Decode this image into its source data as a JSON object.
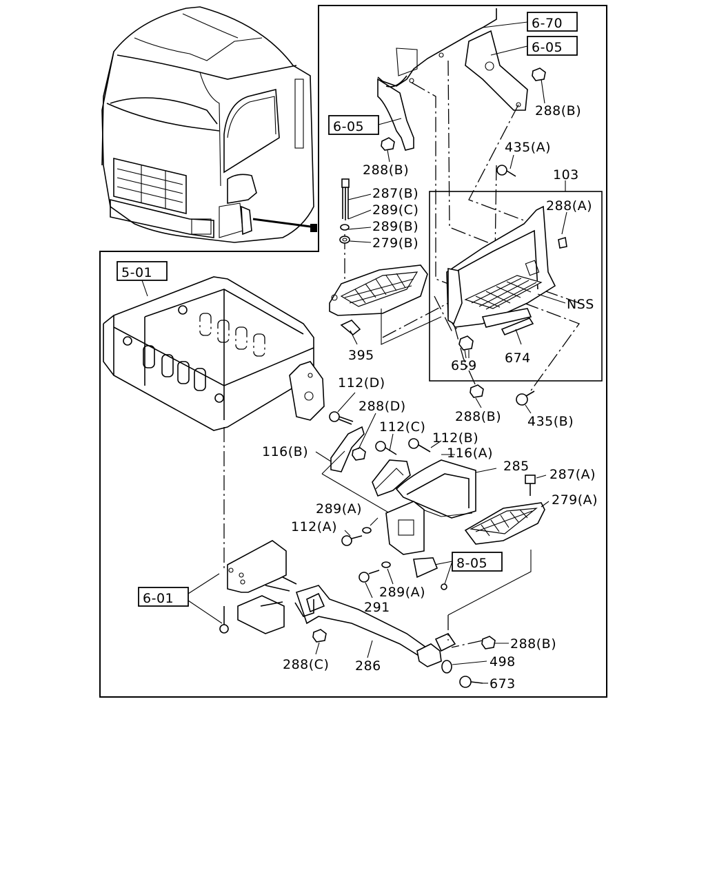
{
  "refs": {
    "ref_6_70": "6-70",
    "ref_6_05_top": "6-05",
    "ref_6_05_left": "6-05",
    "ref_5_01": "5-01",
    "ref_8_05": "8-05",
    "ref_6_01": "6-01"
  },
  "labels": {
    "p288b_1": "288(B)",
    "p288b_2": "288(B)",
    "p435a": "435(A)",
    "p103": "103",
    "p288a": "288(A)",
    "p287b": "287(B)",
    "p289c": "289(C)",
    "p289b": "289(B)",
    "p279b": "279(B)",
    "nss": "NSS",
    "p395": "395",
    "p659": "659",
    "p674": "674",
    "p112d": "112(D)",
    "p288d": "288(D)",
    "p112c": "112(C)",
    "p112b": "112(B)",
    "p116b": "116(B)",
    "p116a": "116(A)",
    "p288b_3": "288(B)",
    "p435b": "435(B)",
    "p285": "285",
    "p287a": "287(A)",
    "p279a": "279(A)",
    "p289a_1": "289(A)",
    "p112a": "112(A)",
    "p289a_2": "289(A)",
    "p291": "291",
    "p288b_4": "288(B)",
    "p498": "498",
    "p673": "673",
    "p288c": "288(C)",
    "p286": "286"
  }
}
